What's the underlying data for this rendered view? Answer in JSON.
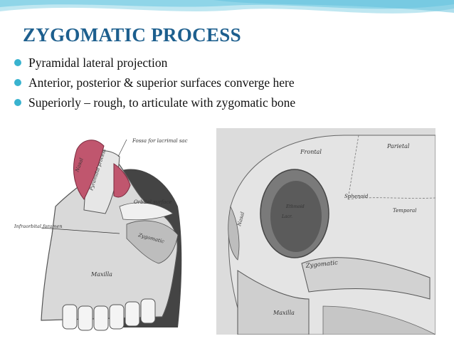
{
  "slide": {
    "title": "ZYGOMATIC PROCESS",
    "bullets": [
      "Pyramidal lateral projection",
      "Anterior, posterior & superior surfaces converge here",
      "Superiorly – rough, to articulate with zygomatic bone"
    ]
  },
  "figure_left": {
    "labels": {
      "fossa": "Fossa for lacrimal sac",
      "nasal": "Nasal",
      "pyramidal_process": "Pyramidal process",
      "orbital_surface": "Orbital surface",
      "zygomatic": "Zygomatic",
      "infraorbital_foramen": "Infraorbital foramen",
      "maxilla": "Maxilla"
    }
  },
  "figure_right": {
    "labels": {
      "frontal": "Frontal",
      "parietal": "Parietal",
      "sphenoid": "Sphenoid",
      "temporal": "Temporal",
      "ethmoid": "Ethmoid",
      "lacrimal": "Lacr.",
      "nasal": "Nasal",
      "zygomatic": "Zygomatic",
      "maxilla": "Maxilla"
    }
  },
  "colors": {
    "title": "#1d5f8e",
    "bullet": "#39b3cf",
    "nasal_bone": "#c0566e",
    "wave": "#7fcfe3"
  }
}
